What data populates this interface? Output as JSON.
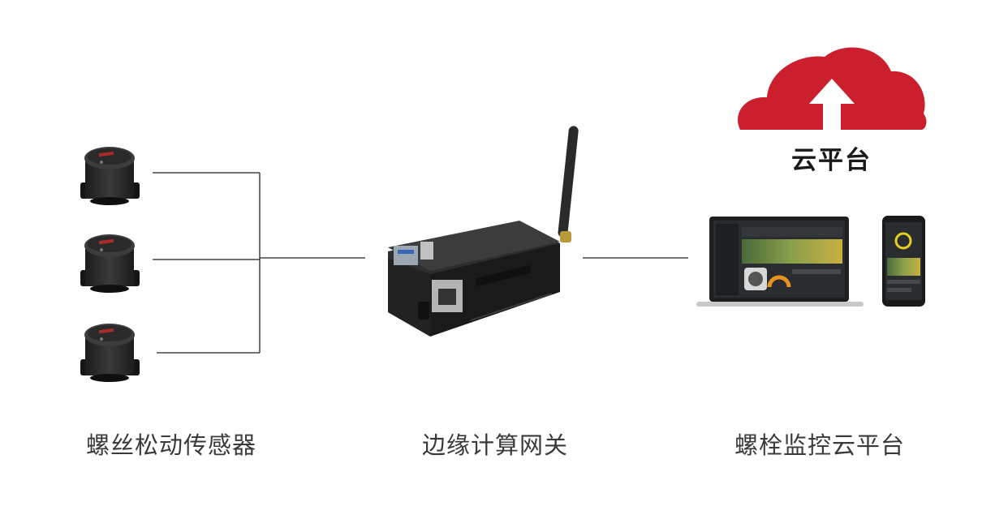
{
  "labels": {
    "sensor": "螺丝松动传感器",
    "gateway": "边缘计算网关",
    "platform": "螺栓监控云平台"
  },
  "cloud": {
    "label": "云平台",
    "color": "#cc1f2d",
    "arrow": "arrow-up-icon"
  },
  "nodes": {
    "sensors": [
      "sensor-icon",
      "sensor-icon",
      "sensor-icon"
    ],
    "gateway": "gateway-device-icon",
    "laptop": "laptop-icon",
    "phone": "phone-icon"
  },
  "colors": {
    "line": "#222222",
    "device_body": "#2b2b2b",
    "accent": "#cc1f2d"
  }
}
